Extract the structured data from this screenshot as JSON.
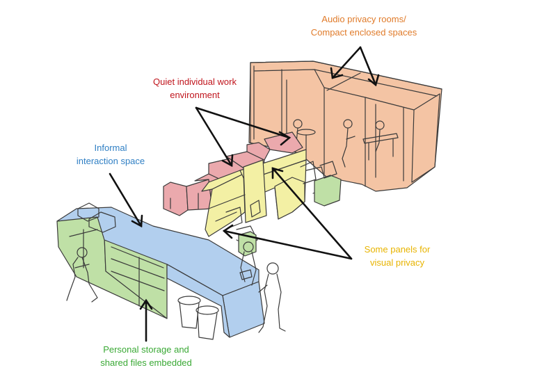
{
  "colors": {
    "audio": "#e07b2a",
    "quiet": "#c0141c",
    "informal": "#2f7fc4",
    "panels": "#e8b400",
    "storage": "#3aa935",
    "pod_fill": "#f4c4a4",
    "red_fill": "#eba9ad",
    "yellow_fill": "#f3f0a4",
    "blue_fill": "#b2cfee",
    "green_fill": "#bfe0a6"
  },
  "labels": {
    "audio": [
      "Audio privacy rooms/",
      "Compact enclosed spaces"
    ],
    "quiet": [
      "Quiet individual work",
      "environment"
    ],
    "informal": [
      "Informal",
      "interaction space"
    ],
    "panels": [
      "Some panels for",
      "visual privacy"
    ],
    "storage": [
      "Personal storage and",
      "shared files embedded"
    ]
  }
}
